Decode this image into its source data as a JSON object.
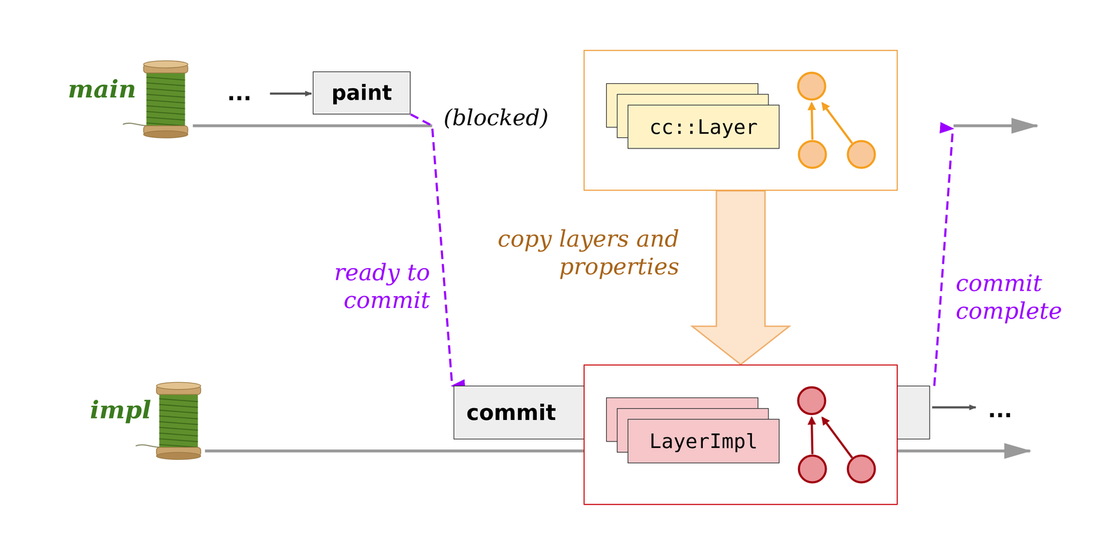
{
  "diagram": {
    "nodes": [
      {
        "text": [
          "paint"
        ]
      },
      {
        "text": []
      },
      {
        "text": [
          "cc::Layer"
        ],
        "in": 1
      },
      {
        "text": [
          "commit"
        ]
      },
      {
        "text": []
      },
      {
        "text": [
          "LayerImpl"
        ],
        "in": 4
      }
    ],
    "edges": [
      {
        "from": 0,
        "to": 3,
        "arrow": "to",
        "label": "ready to commit"
      },
      {
        "from": 1,
        "to": 4,
        "arrow": "to",
        "label": "copy layers and properties"
      }
    ],
    "labels": [
      "main",
      "impl",
      "...",
      "(blocked)",
      "commit complete",
      "..."
    ]
  }
}
